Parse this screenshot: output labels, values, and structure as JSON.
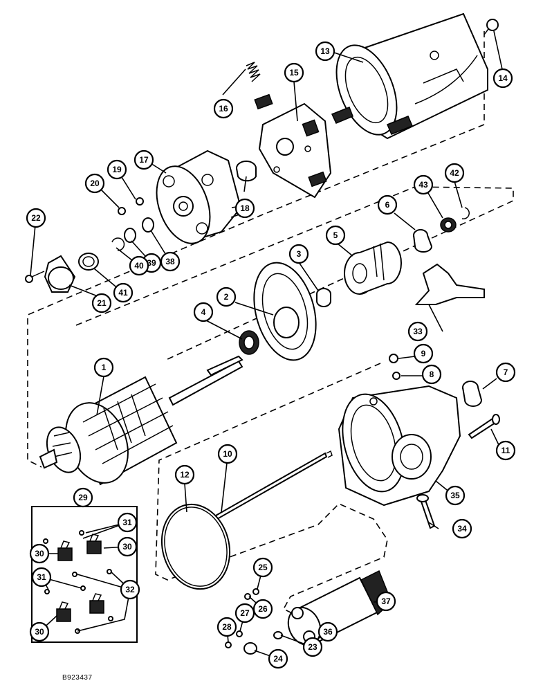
{
  "figure_code": "B923437",
  "callout_numbers": [
    "1",
    "2",
    "3",
    "4",
    "5",
    "6",
    "7",
    "8",
    "9",
    "10",
    "11",
    "12",
    "13",
    "14",
    "15",
    "16",
    "17",
    "18",
    "19",
    "20",
    "21",
    "22",
    "23",
    "24",
    "25",
    "26",
    "27",
    "28",
    "29",
    "30",
    "30",
    "30",
    "30",
    "31",
    "31",
    "32",
    "32",
    "33",
    "34",
    "35",
    "36",
    "37",
    "38",
    "39",
    "40",
    "41",
    "42",
    "43"
  ]
}
